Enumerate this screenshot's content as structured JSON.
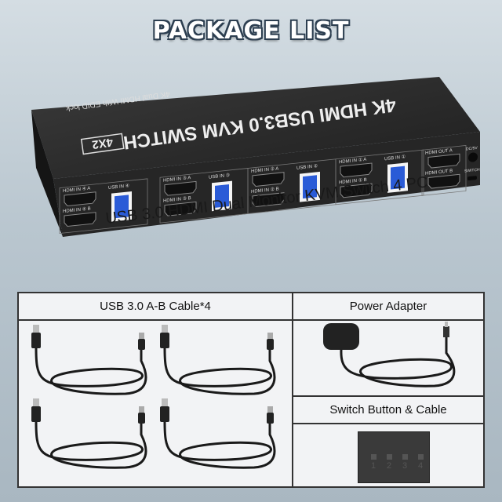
{
  "title": "PACKAGE LIST",
  "device": {
    "top_title": "4K HDMI USB3.0 KVM SWITCH",
    "top_subtitle": "4K Dual HDMI With EDID lock",
    "badge": "4X2",
    "ports": [
      {
        "a": "HDMI IN ④ A",
        "b": "HDMI IN ④ B",
        "usb": "USB IN ④"
      },
      {
        "a": "HDMI IN ③ A",
        "b": "HDMI IN ③ B",
        "usb": "USB IN ③"
      },
      {
        "a": "HDMI IN ② A",
        "b": "HDMI IN ② B",
        "usb": "USB IN ②"
      },
      {
        "a": "HDMI IN ① A",
        "b": "HDMI IN ① B",
        "usb": "USB IN ①"
      }
    ],
    "out_a": "HDMI OUT A",
    "out_b": "HDMI OUT B",
    "dc": "DC/5V",
    "switch": "SWITCH",
    "usb_color": "#2a5bd7"
  },
  "caption": "USB 3.0 HDMI Dual Monitor KVM Switch 4 PC",
  "package": {
    "cables_label": "USB 3.0 A-B Cable*4",
    "adapter_label": "Power Adapter",
    "switch_label": "Switch Button & Cable",
    "switch_buttons": [
      "1",
      "2",
      "3",
      "4"
    ]
  }
}
